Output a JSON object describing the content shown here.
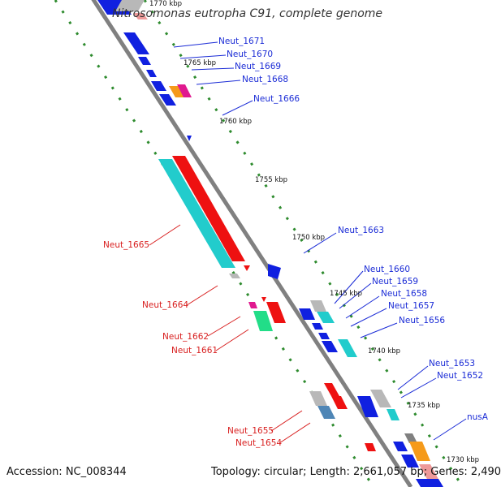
{
  "title": "Nitrosomonas eutropha C91, complete genome",
  "accession_text": "Accession: NC_008344",
  "summary_text": "Topology: circular; Length: 2,661,057 bp; Genes: 2,490",
  "colors": {
    "backbone": "#808080",
    "tick_dots": "#2e8b2e",
    "label_blue": "#1a2bd6",
    "label_red": "#d81e1e",
    "gene_blue": "#1020e0",
    "gene_red": "#ee1111",
    "gene_cyan": "#22cccc",
    "gene_gray": "#b8b8b8",
    "gene_steel": "#4f86b6",
    "gene_orange": "#f59a1a",
    "gene_magenta": "#e0198f",
    "gene_green": "#22dd88"
  },
  "ticks": [
    "1770 kbp",
    "1765 kbp",
    "1760 kbp",
    "1755 kbp",
    "1750 kbp",
    "1745 kbp",
    "1740 kbp",
    "1735 kbp",
    "1730 kbp"
  ],
  "genes_upper": [
    "Neut_1671",
    "Neut_1670",
    "Neut_1669",
    "Neut_1668",
    "Neut_1666",
    "Neut_1663",
    "Neut_1660",
    "Neut_1659",
    "Neut_1658",
    "Neut_1657",
    "Neut_1656",
    "Neut_1653",
    "Neut_1652",
    "nusA"
  ],
  "genes_lower": [
    "Neut_1665",
    "Neut_1664",
    "Neut_1662",
    "Neut_1661",
    "Neut_1655",
    "Neut_1654"
  ]
}
